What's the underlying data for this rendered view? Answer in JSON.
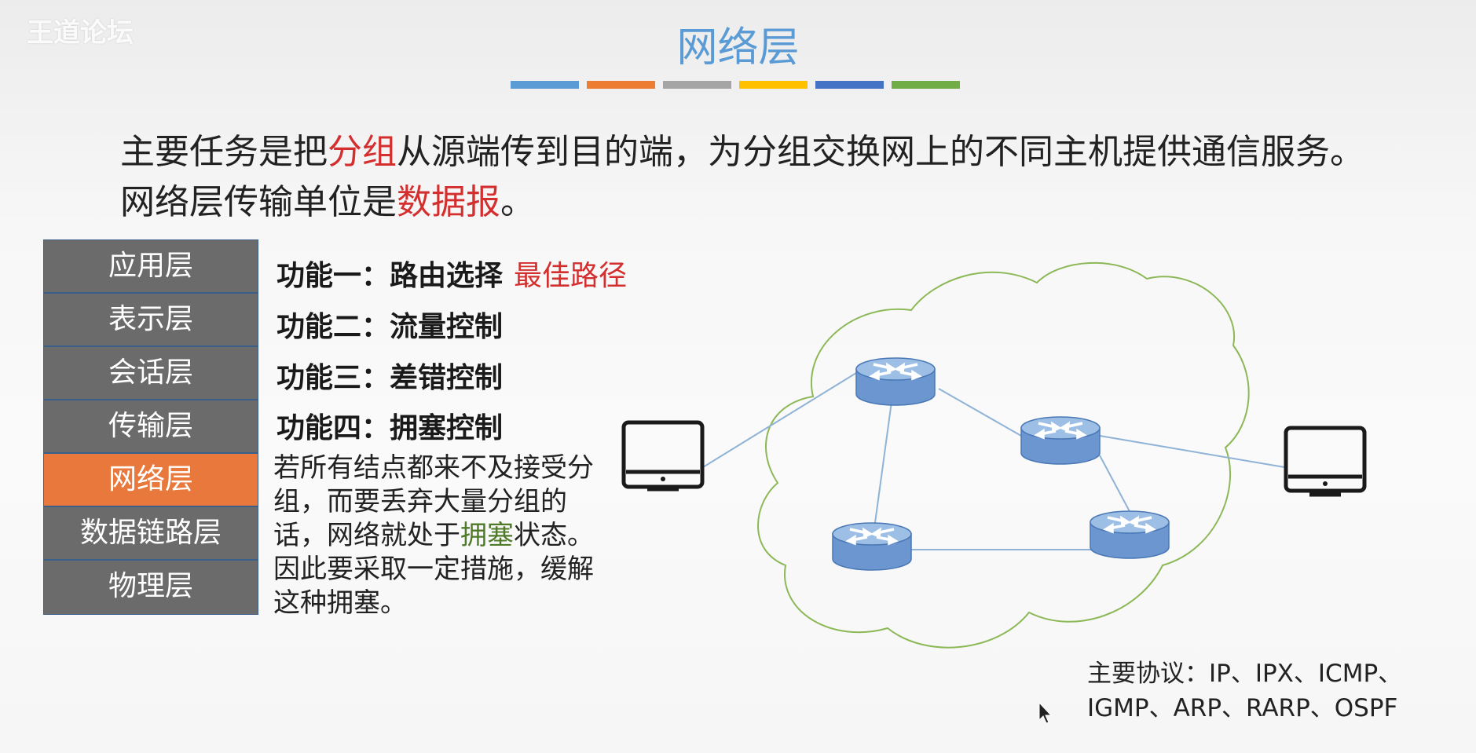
{
  "watermark": "王道论坛",
  "title": "网络层",
  "title_bar_colors": [
    "#5b9bd5",
    "#ed7d31",
    "#a5a5a5",
    "#ffc000",
    "#4472c4",
    "#70ad47"
  ],
  "main": {
    "line1_a": "主要任务是把",
    "line1_hl": "分组",
    "line1_b": "从源端传到目的端，为分组交换网上的不同主机提供通信服务。",
    "line2_a": "网络层传输单位是",
    "line2_hl": "数据报",
    "line2_b": "。"
  },
  "osi_layers": [
    {
      "label": "应用层"
    },
    {
      "label": "表示层"
    },
    {
      "label": "会话层"
    },
    {
      "label": "传输层"
    },
    {
      "label": "网络层"
    },
    {
      "label": "数据链路层"
    },
    {
      "label": "物理层"
    }
  ],
  "functions": [
    {
      "label": "功能一：路由选择",
      "note": "最佳路径"
    },
    {
      "label": "功能二：流量控制"
    },
    {
      "label": "功能三：差错控制"
    },
    {
      "label": "功能四：拥塞控制"
    }
  ],
  "desc": {
    "part1": "若所有结点都来不及接受分组，而要丢弃大量分组的话，网络就处于",
    "hl": "拥塞",
    "part2": "状态。因此要采取一定措施，缓解这种拥塞。"
  },
  "protocols": {
    "line1": "主要协议：IP、IPX、ICMP、",
    "line2": "IGMP、ARP、RARP、OSPF"
  },
  "colors": {
    "title": "#5b9bd5",
    "highlight_red": "#d32f2f",
    "highlight_green": "#4f7a28",
    "active_layer": "#e8783c",
    "layer_bg": "#6b6b6b",
    "cloud": "#8cb857",
    "router": "#7fa7d9"
  }
}
